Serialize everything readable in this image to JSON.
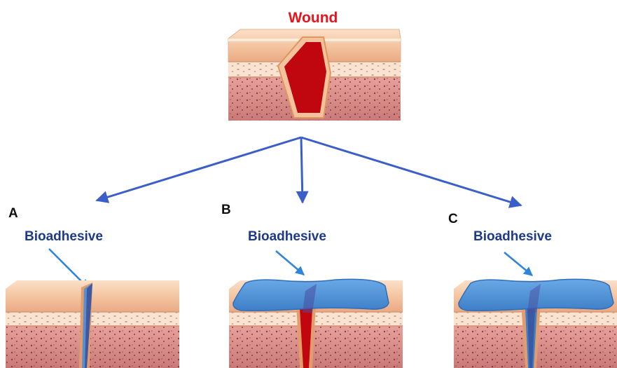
{
  "wound_title": "Wound",
  "panels": [
    {
      "letter": "A",
      "label": "Bioadhesive"
    },
    {
      "letter": "B",
      "label": "Bioadhesive"
    },
    {
      "letter": "C",
      "label": "Bioadhesive"
    }
  ],
  "colors": {
    "title_red": "#e8141c",
    "label_navy": "#1c3a8c",
    "arrow_blue": "#3a5fc8",
    "pointer_blue": "#2f86d6",
    "epidermis": "#f3c39e",
    "dermis_top": "#f7e3cf",
    "dermis_bottom": "#c97a78",
    "wound_red": "#c0070f",
    "adhesive_blue": "#4a8ed6"
  }
}
